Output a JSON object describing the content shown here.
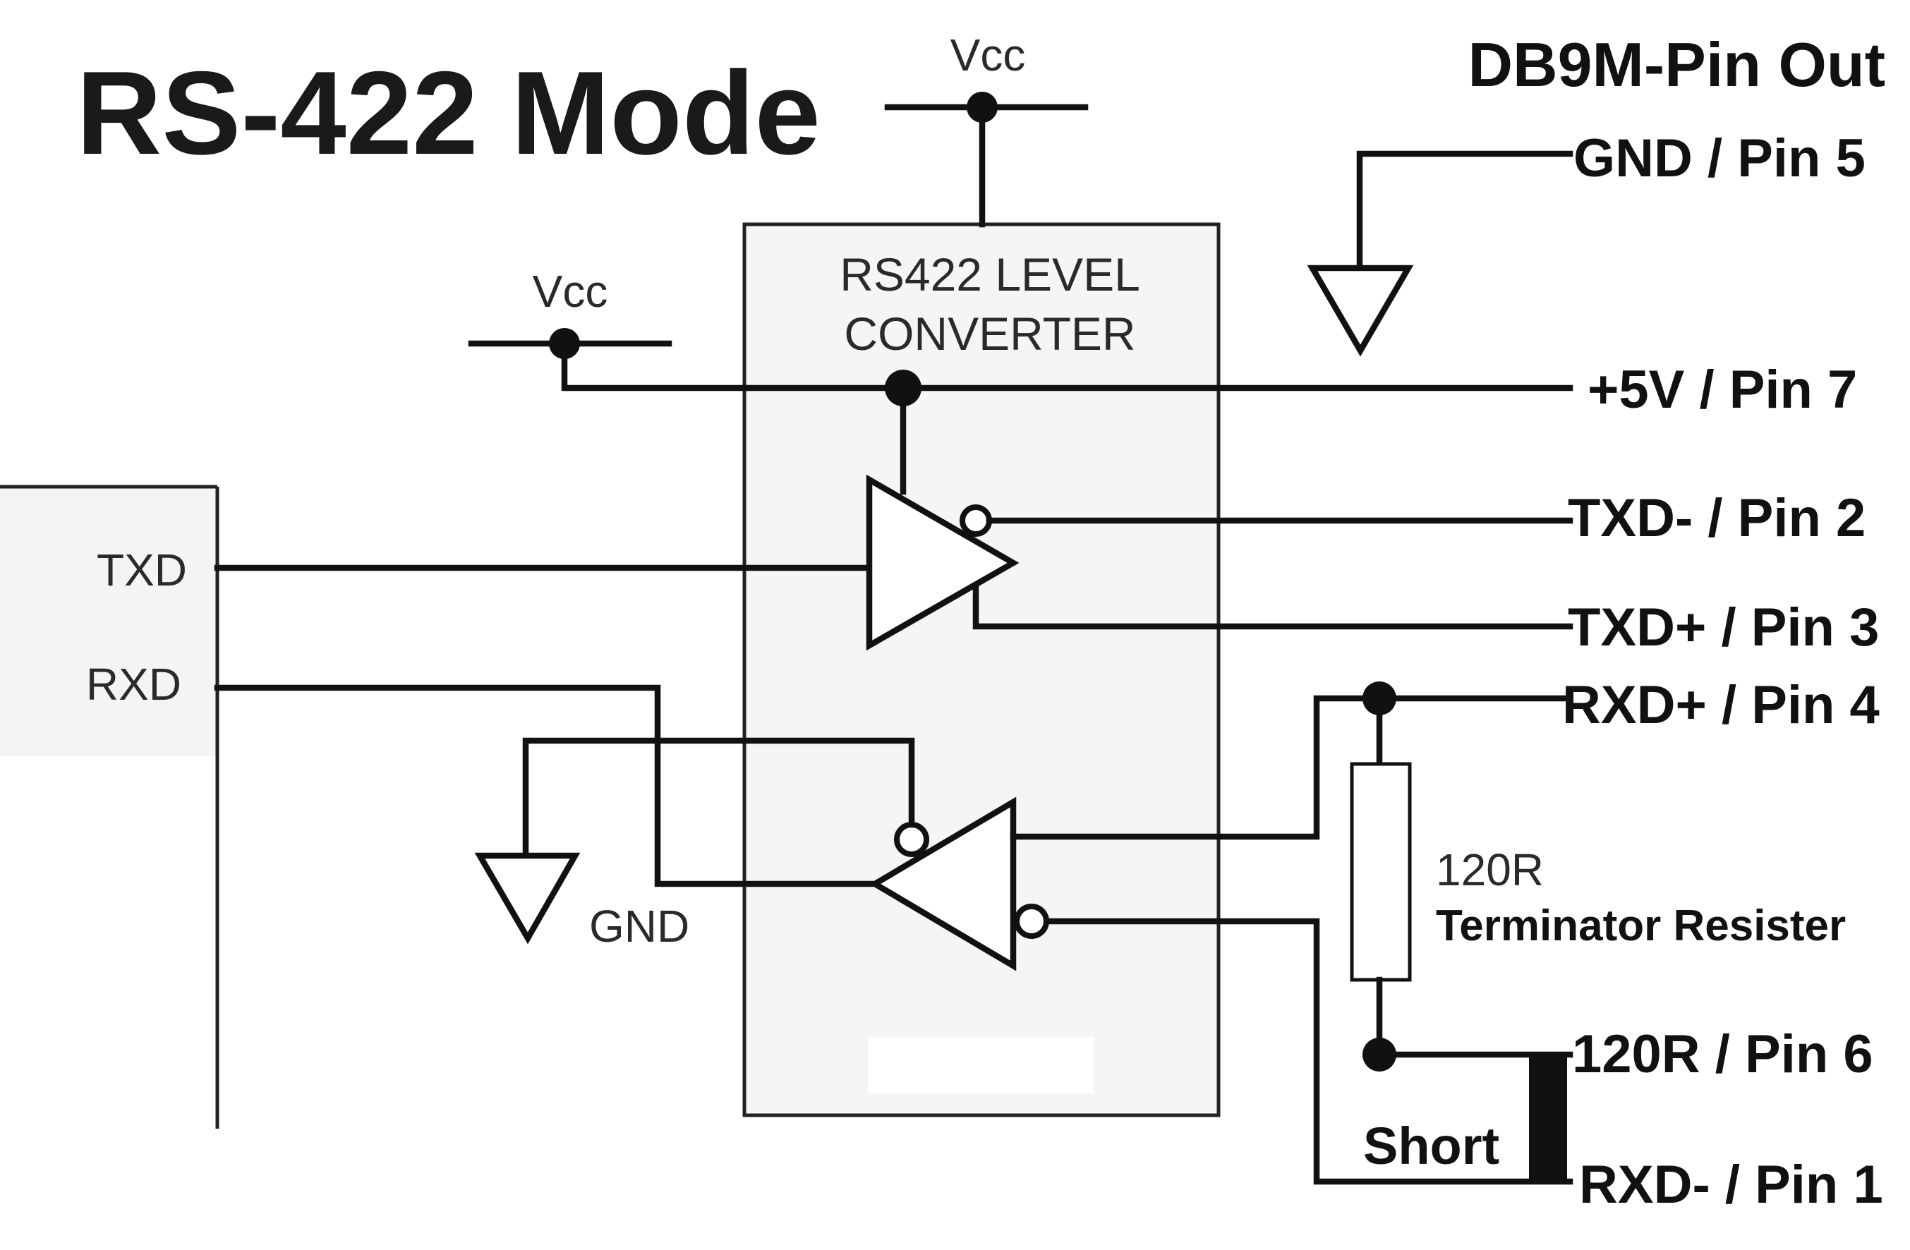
{
  "title": "RS-422 Mode",
  "pinout_heading": "DB9M-Pin Out",
  "converter": {
    "line1": "RS422 LEVEL",
    "line2": "CONVERTER"
  },
  "vcc_top": "Vcc",
  "vcc_left": "Vcc",
  "uart": {
    "txd": "TXD",
    "rxd": "RXD"
  },
  "gnd_label": "GND",
  "resistor": {
    "value": "120R",
    "caption": "Terminator Resister"
  },
  "short_label": "Short",
  "pins": {
    "gnd": "GND / Pin 5",
    "vcc5": "+5V / Pin 7",
    "txd_minus": "TXD- / Pin 2",
    "txd_plus": "TXD+ / Pin 3",
    "rxd_plus": "RXD+ / Pin 4",
    "r120": "120R / Pin 6",
    "rxd_minus": "RXD- / Pin 1"
  }
}
